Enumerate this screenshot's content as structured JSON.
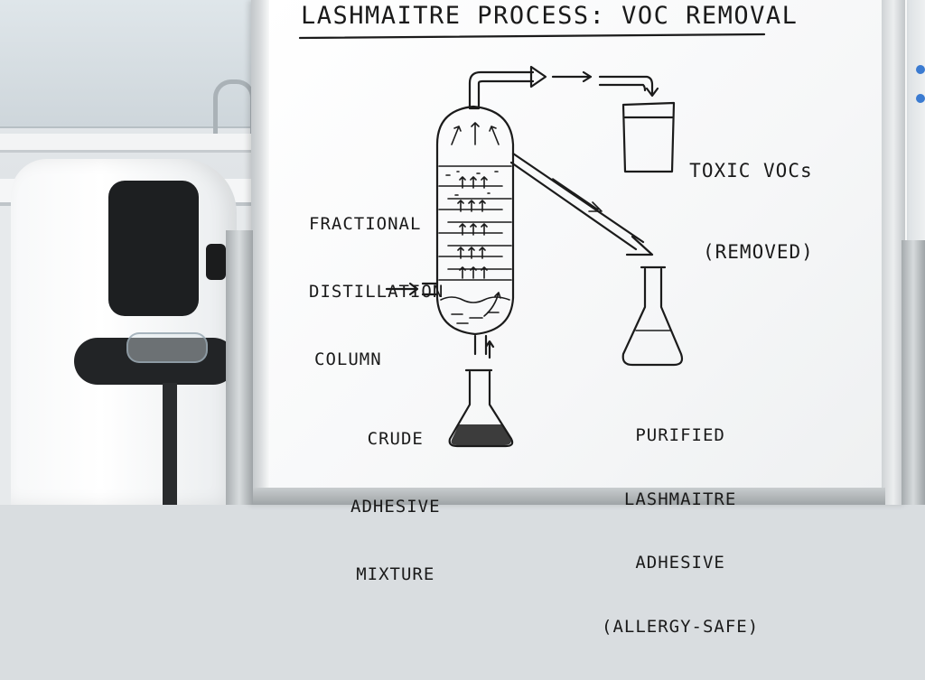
{
  "diagram": {
    "title": "LASHMAITRE PROCESS: VOC REMOVAL",
    "column_label": [
      "FRACTIONAL",
      "DISTILLATION",
      "COLUMN"
    ],
    "output_top_label": [
      "TOXIC VOCs",
      "(REMOVED)"
    ],
    "input_label": [
      "CRUDE",
      "ADHESIVE",
      "MIXTURE"
    ],
    "output_bottom_label": [
      "PURIFIED",
      "LASHMAITRE",
      "ADHESIVE",
      "(ALLERGY-SAFE)"
    ]
  },
  "colors": {
    "ink": "#1b1b1b",
    "board": "#ffffff"
  }
}
